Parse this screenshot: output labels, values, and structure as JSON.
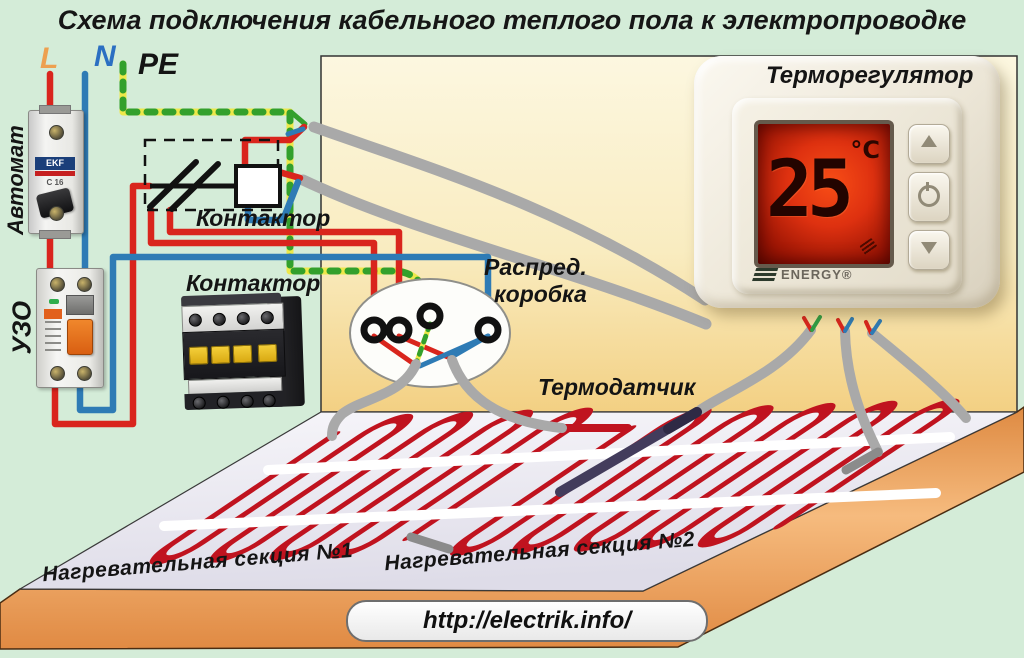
{
  "title": "Схема подключения кабельного теплого пола к электропроводке",
  "power_lines": {
    "l": "L",
    "n": "N",
    "pe": "PE"
  },
  "devices": {
    "automat": {
      "label": "Автомат",
      "brand": "EKF",
      "model": "C 16"
    },
    "uzo": {
      "label": "УЗО"
    },
    "contactor_schematic": {
      "label": "Контактор"
    },
    "contactor": {
      "label": "Контактор"
    },
    "junction_box": {
      "label_line1": "Распред.",
      "label_line2": "коробка"
    },
    "thermostat": {
      "label": "Терморегулятор",
      "display_value": "25",
      "display_unit": "°C",
      "brand": "ENERGY®"
    },
    "sensor": {
      "label": "Термодатчик"
    }
  },
  "floor": {
    "section1_label": "Нагревательная секция №1",
    "section2_label": "Нагревательная секция №2"
  },
  "footer": {
    "url": "http://electrik.info/"
  },
  "colors": {
    "phase_red": "#d9251d",
    "neutral_blue": "#2e7bb5",
    "pe_yellow": "#ede84a",
    "pe_green": "#33a02c",
    "background_mint": "#d4ecd8",
    "wall_yellow": "#f5d488",
    "floor_edge_orange": "#e8964f",
    "lcd_red": "#d42b0e",
    "heating_cable_red": "#c0131f"
  }
}
